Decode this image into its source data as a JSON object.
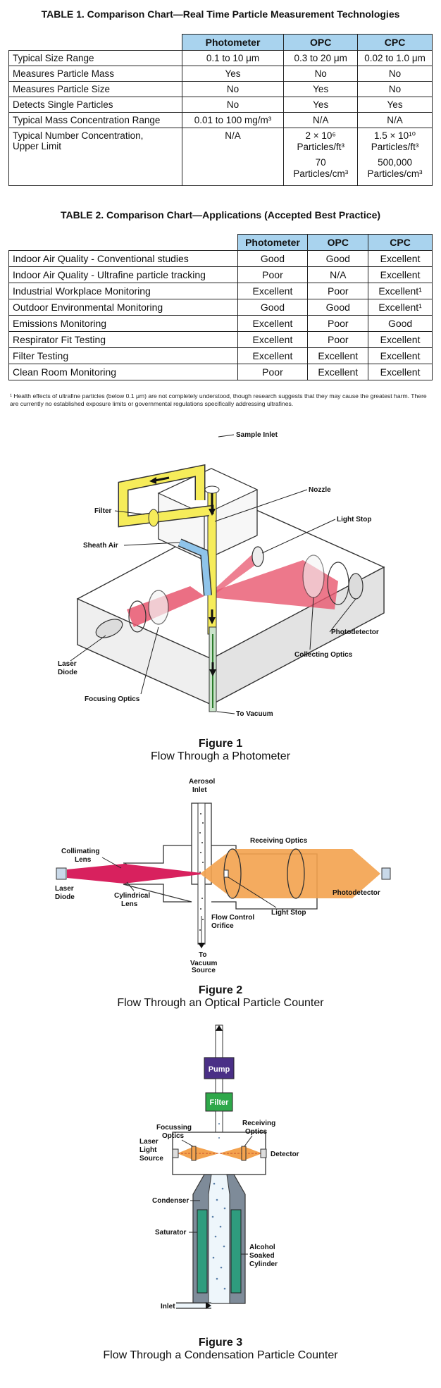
{
  "table1": {
    "title": "TABLE 1.  Comparison Chart—Real Time Particle Measurement Technologies",
    "headers": [
      "Photometer",
      "OPC",
      "CPC"
    ],
    "rows": [
      {
        "label": "Typical Size Range",
        "values": [
          "0.1 to 10 μm",
          "0.3 to 20 μm",
          "0.02 to 1.0 μm"
        ]
      },
      {
        "label": "Measures Particle Mass",
        "values": [
          "Yes",
          "No",
          "No"
        ]
      },
      {
        "label": "Measures Particle Size",
        "values": [
          "No",
          "Yes",
          "No"
        ]
      },
      {
        "label": "Detects Single Particles",
        "values": [
          "No",
          "Yes",
          "Yes"
        ]
      },
      {
        "label": "Typical Mass Concentration Range",
        "values": [
          "0.01 to 100 mg/m³",
          "N/A",
          "N/A"
        ]
      }
    ],
    "last_row": {
      "label_line1": "Typical Number Concentration,",
      "label_line2": "Upper Limit",
      "photometer": "N/A",
      "opc_line1": "2 × 10⁶",
      "opc_line2": "Particles/ft³",
      "opc_line3": "70",
      "opc_line4": "Particles/cm³",
      "cpc_line1": "1.5 × 10¹⁰",
      "cpc_line2": "Particles/ft³",
      "cpc_line3": "500,000",
      "cpc_line4": "Particles/cm³"
    }
  },
  "table2": {
    "title": "TABLE 2.  Comparison Chart—Applications (Accepted Best Practice)",
    "headers": [
      "Photometer",
      "OPC",
      "CPC"
    ],
    "rows": [
      {
        "label": "Indoor Air Quality - Conventional studies",
        "values": [
          "Good",
          "Good",
          "Excellent"
        ]
      },
      {
        "label": "Indoor Air Quality - Ultrafine particle tracking",
        "values": [
          "Poor",
          "N/A",
          "Excellent"
        ]
      },
      {
        "label": "Industrial Workplace Monitoring",
        "values": [
          "Excellent",
          "Poor",
          "Excellent¹"
        ]
      },
      {
        "label": "Outdoor Environmental Monitoring",
        "values": [
          "Good",
          "Good",
          "Excellent¹"
        ]
      },
      {
        "label": "Emissions Monitoring",
        "values": [
          "Excellent",
          "Poor",
          "Good"
        ]
      },
      {
        "label": "Respirator Fit Testing",
        "values": [
          "Excellent",
          "Poor",
          "Excellent"
        ]
      },
      {
        "label": "Filter Testing",
        "values": [
          "Excellent",
          "Excellent",
          "Excellent"
        ]
      },
      {
        "label": "Clean Room Monitoring",
        "values": [
          "Poor",
          "Excellent",
          "Excellent"
        ]
      }
    ]
  },
  "footnote": "¹ Health effects of ultrafine particles (below 0.1 μm) are not completely understood, though research suggests that they may cause the greatest harm.  There are currently no established exposure limits or governmental regulations specifically addressing ultrafines.",
  "figure1": {
    "number": "Figure 1",
    "caption": "Flow Through a Photometer",
    "labels": {
      "sample_inlet": "Sample Inlet",
      "filter": "Filter",
      "nozzle": "Nozzle",
      "light_stop": "Light Stop",
      "sheath_air": "Sheath Air",
      "photodetector": "Photodetector",
      "collecting_optics": "Collecting Optics",
      "laser_diode_1": "Laser",
      "laser_diode_2": "Diode",
      "focusing_optics": "Focusing Optics",
      "to_vacuum": "To Vacuum"
    }
  },
  "figure2": {
    "number": "Figure 2",
    "caption": "Flow Through an Optical Particle Counter",
    "labels": {
      "aerosol_1": "Aerosol",
      "aerosol_2": "Inlet",
      "receiving_optics": "Receiving Optics",
      "collimating_1": "Collimating",
      "collimating_2": "Lens",
      "laser_1": "Laser",
      "laser_2": "Diode",
      "cylindrical_1": "Cylindrical",
      "cylindrical_2": "Lens",
      "photodetector": "Photodetector",
      "flow_control_1": "Flow Control",
      "flow_control_2": "Orifice",
      "light_stop": "Light Stop",
      "vacuum_1": "To",
      "vacuum_2": "Vacuum",
      "vacuum_3": "Source"
    }
  },
  "figure3": {
    "number": "Figure 3",
    "caption": "Flow Through a Condensation Particle Counter",
    "labels": {
      "pump": "Pump",
      "filter": "Filter",
      "focussing_1": "Focussing",
      "focussing_2": "Optics",
      "receiving_1": "Receiving",
      "receiving_2": "Optics",
      "laser_1": "Laser",
      "laser_2": "Light",
      "laser_3": "Source",
      "detector": "Detector",
      "condenser": "Condenser",
      "saturator": "Saturator",
      "alcohol_1": "Alcohol",
      "alcohol_2": "Soaked",
      "alcohol_3": "Cylinder",
      "inlet": "Inlet"
    }
  },
  "colors": {
    "header_blue": "#a9d3ee",
    "sample_yellow": "#f6ec5a",
    "sheath_blue": "#8fc4ea",
    "laser_red": "#e8566e",
    "collector_orange": "#f3a24e",
    "pump_purple": "#4a2f86",
    "filter_green": "#2fa84a",
    "alcohol_green": "#2f9c7e"
  }
}
